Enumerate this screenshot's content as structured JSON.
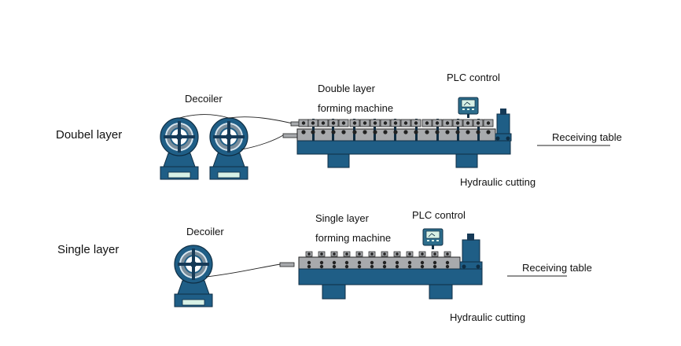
{
  "double_section": {
    "title": "Doubel layer",
    "decoiler_label": "Decoiler",
    "machine_label_line1": "Double layer",
    "machine_label_line2": "forming machine",
    "plc_label": "PLC control",
    "receiving_label": "Receiving table",
    "hydraulic_label": "Hydraulic cutting"
  },
  "single_section": {
    "title": "Single layer",
    "decoiler_label": "Decoiler",
    "machine_label_line1": "Single layer",
    "machine_label_line2": "forming machine",
    "plc_label": "PLC control",
    "receiving_label": "Receiving table",
    "hydraulic_label": "Hydraulic cutting"
  },
  "colors": {
    "machine_blue": "#1f5e86",
    "dark_navy": "#163a57",
    "body_gray": "#a8aaad",
    "screen_green": "#d8f1e6"
  }
}
